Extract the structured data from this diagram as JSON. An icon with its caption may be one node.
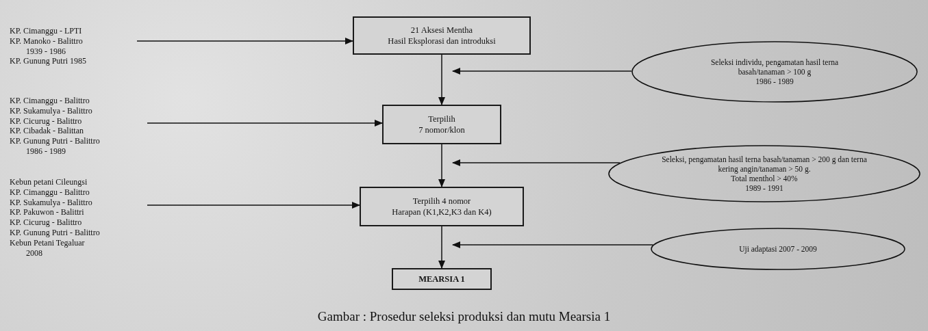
{
  "diagram": {
    "caption": "Gambar : Prosedur seleksi produksi dan mutu Mearsia 1",
    "nodes": [
      {
        "text": [
          "KP. Cimanggu - LPTI",
          "KP. Manoko - Balittro",
          "1939 - 1986",
          "KP. Gunung Putri 1985"
        ]
      },
      {
        "text": [
          "KP. Cimanggu - Balittro",
          "KP. Sukamulya - Balittro",
          "KP. Cicurug - Balittro",
          "KP. Cibadak - Balittan",
          "KP. Gunung Putri - Balittro",
          "1986 - 1989"
        ]
      },
      {
        "text": [
          "Kebun petani Cileungsi",
          "KP. Cimanggu - Balittro",
          "KP. Sukamulya - Balittro",
          "KP. Pakuwon - Balittri",
          "KP. Cicurug - Balittro",
          "KP. Gunung Putri - Balittro",
          "Kebun Petani Tegaluar",
          "2008"
        ]
      },
      {
        "text": [
          "21 Aksesi Mentha",
          "Hasil Eksplorasi dan introduksi"
        ]
      },
      {
        "text": [
          "Terpilih",
          "7 nomor/klon"
        ]
      },
      {
        "text": [
          "Terpilih 4 nomor",
          "Harapan (K1,K2,K3 dan K4)"
        ]
      },
      {
        "text": [
          "MEARSIA 1"
        ]
      },
      {
        "text": [
          "Seleksi individu, pengamatan hasil terna basah/tanaman > 100 g",
          "1986 - 1989"
        ]
      },
      {
        "text": [
          "Seleksi, pengamatan hasil terna basah/tanaman > 200 g dan terna kering angin/tanaman > 50 g.",
          "Total menthol > 40%",
          "1989 - 1991"
        ]
      },
      {
        "text": [
          "Uji adaptasi 2007 - 2009"
        ]
      }
    ],
    "edges": [
      {
        "from": 0,
        "to": 3,
        "arrow": "to"
      },
      {
        "from": 1,
        "to": 4,
        "arrow": "to"
      },
      {
        "from": 2,
        "to": 5,
        "arrow": "to"
      },
      {
        "from": 3,
        "to": 4,
        "arrow": "to"
      },
      {
        "from": 4,
        "to": 5,
        "arrow": "to"
      },
      {
        "from": 5,
        "to": 6,
        "arrow": "to"
      },
      {
        "from": 7,
        "to": 3,
        "arrow": "to"
      },
      {
        "from": 8,
        "to": 4,
        "arrow": "to"
      },
      {
        "from": 9,
        "to": 5,
        "arrow": "to"
      }
    ]
  }
}
